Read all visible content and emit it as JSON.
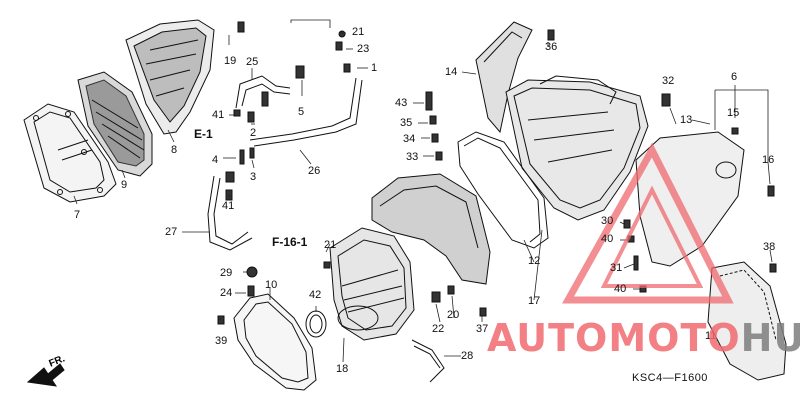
{
  "diagram": {
    "parts": [
      {
        "id": "p1",
        "label": "1"
      },
      {
        "id": "p2",
        "label": "2"
      },
      {
        "id": "p3",
        "label": "3"
      },
      {
        "id": "p4",
        "label": "4"
      },
      {
        "id": "p5",
        "label": "5"
      },
      {
        "id": "p6",
        "label": "6"
      },
      {
        "id": "p7",
        "label": "7"
      },
      {
        "id": "p8",
        "label": "8"
      },
      {
        "id": "p9",
        "label": "9"
      },
      {
        "id": "p10",
        "label": "10"
      },
      {
        "id": "p11",
        "label": "11"
      },
      {
        "id": "p12",
        "label": "12"
      },
      {
        "id": "p13",
        "label": "13"
      },
      {
        "id": "p14",
        "label": "14"
      },
      {
        "id": "p15",
        "label": "15"
      },
      {
        "id": "p16",
        "label": "16"
      },
      {
        "id": "p17",
        "label": "17"
      },
      {
        "id": "p18",
        "label": "18"
      },
      {
        "id": "p19",
        "label": "19"
      },
      {
        "id": "p20",
        "label": "20"
      },
      {
        "id": "p21a",
        "label": "21"
      },
      {
        "id": "p21b",
        "label": "21"
      },
      {
        "id": "p22",
        "label": "22"
      },
      {
        "id": "p23",
        "label": "23"
      },
      {
        "id": "p24",
        "label": "24"
      },
      {
        "id": "p25",
        "label": "25"
      },
      {
        "id": "p26",
        "label": "26"
      },
      {
        "id": "p27",
        "label": "27"
      },
      {
        "id": "p28",
        "label": "28"
      },
      {
        "id": "p29",
        "label": "29"
      },
      {
        "id": "p30",
        "label": "30"
      },
      {
        "id": "p31",
        "label": "31"
      },
      {
        "id": "p32",
        "label": "32"
      },
      {
        "id": "p33",
        "label": "33"
      },
      {
        "id": "p34",
        "label": "34"
      },
      {
        "id": "p35",
        "label": "35"
      },
      {
        "id": "p36",
        "label": "36"
      },
      {
        "id": "p37",
        "label": "37"
      },
      {
        "id": "p38",
        "label": "38"
      },
      {
        "id": "p39",
        "label": "39"
      },
      {
        "id": "p40a",
        "label": "40"
      },
      {
        "id": "p40b",
        "label": "40"
      },
      {
        "id": "p41a",
        "label": "41"
      },
      {
        "id": "p41b",
        "label": "41"
      },
      {
        "id": "p42",
        "label": "42"
      },
      {
        "id": "p43",
        "label": "43"
      }
    ],
    "refs": {
      "e1": "E-1",
      "f16_1": "F-16-1"
    },
    "direction_label": "FR.",
    "code": "KSC4—F1600"
  },
  "watermark": {
    "auto_moto": "AUTOMOTO",
    "hub": "HUB",
    "color": "#f06a70",
    "hub_color": "#7e7e7e"
  }
}
